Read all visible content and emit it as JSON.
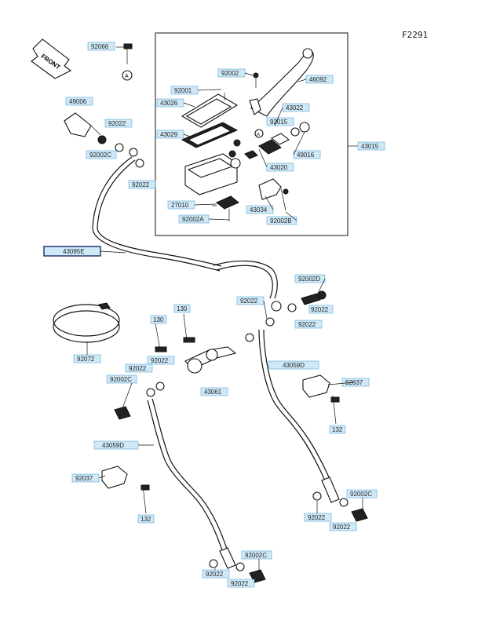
{
  "figure_code": "F2291",
  "front_marker": "FRONT",
  "ref_marker": "A",
  "callouts": {
    "c92066": "92066",
    "c49006": "49006",
    "c92022_a": "92022",
    "c92002c_a": "92002C",
    "c92022_b": "92022",
    "c92002": "92002",
    "c46092": "46092",
    "c92001": "92001",
    "c43026": "43026",
    "c43022": "43022",
    "c92015": "92015",
    "c43029": "43029",
    "c49016": "49016",
    "c43015": "43015",
    "c43020": "43020",
    "c27010": "27010",
    "c43034": "43034",
    "c92002a": "92002A",
    "c92002b": "92002B",
    "c43095e": "43095E",
    "c92002d": "92002D",
    "c130_a": "130",
    "c130_b": "130",
    "c92022_c": "92022",
    "c92022_d": "92022",
    "c92022_e": "92022",
    "c92072": "92072",
    "c92022_f": "92022",
    "c92022_g": "92022",
    "c92002c_b": "92002C",
    "c43059d_a": "43059D",
    "c43061": "43061",
    "c92037_a": "92037",
    "c132_a": "132",
    "c43059d_b": "43059D",
    "c92037_b": "92037",
    "c132_b": "132",
    "c92002c_c": "92002C",
    "c92022_h": "92022",
    "c92022_i": "92022",
    "c92002c_d": "92002C",
    "c92022_j": "92022",
    "c92022_k": "92022"
  },
  "colors": {
    "callout_fill": "#cfe9f7",
    "callout_border": "#5aa7d6",
    "selected_border": "#1a2a6c"
  }
}
